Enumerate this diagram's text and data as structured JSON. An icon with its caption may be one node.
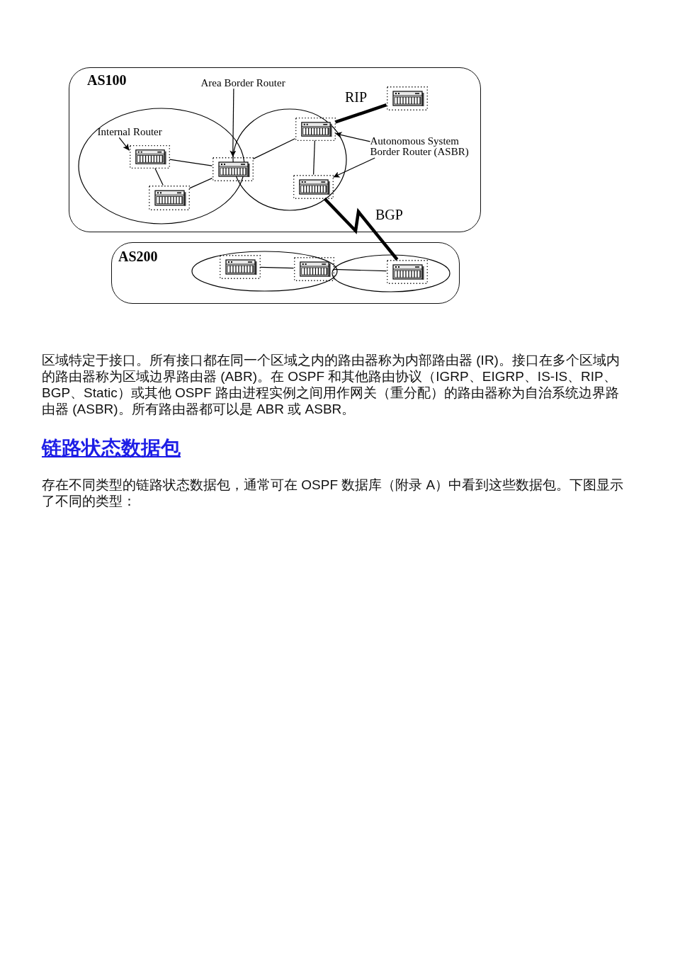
{
  "diagram": {
    "nodes": [
      {
        "text": [
          "AS100"
        ]
      },
      {
        "text": [
          "Area Border Router"
        ],
        "in": 0
      },
      {
        "text": [],
        "shape": "picture",
        "in": 0
      },
      {
        "text": [],
        "shape": "ellipse",
        "in": 0
      },
      {
        "text": [
          "Internal Router"
        ],
        "in": 3
      },
      {
        "text": [],
        "shape": "picture",
        "in": 3
      },
      {
        "text": [],
        "shape": "picture",
        "in": 3
      },
      {
        "text": [],
        "shape": "picture",
        "in": 0
      },
      {
        "text": [],
        "shape": "ellipse",
        "in": 0
      },
      {
        "text": [],
        "shape": "picture",
        "in": 8
      },
      {
        "text": [],
        "shape": "picture",
        "in": 8
      },
      {
        "text": [
          "Autonomous System Border Router (ASBR)"
        ],
        "in": 0
      },
      {
        "text": [
          "AS200"
        ]
      },
      {
        "text": [],
        "shape": "ellipse",
        "in": 12
      },
      {
        "text": [],
        "shape": "picture",
        "in": 13
      },
      {
        "text": [],
        "shape": "picture",
        "in": 13
      },
      {
        "text": [],
        "shape": "ellipse",
        "in": 12
      },
      {
        "text": [],
        "shape": "picture",
        "in": 16
      }
    ],
    "edges": [
      {
        "from": 1,
        "to": 7,
        "arrow": "to"
      },
      {
        "from": 4,
        "to": 5,
        "arrow": "to"
      },
      {
        "from": 5,
        "to": 7,
        "arrow": "none"
      },
      {
        "from": 5,
        "to": 6,
        "arrow": "none"
      },
      {
        "from": 6,
        "to": 7,
        "arrow": "none"
      },
      {
        "from": 7,
        "to": 9,
        "arrow": "none"
      },
      {
        "from": 9,
        "to": 2,
        "arrow": "none",
        "label": "RIP",
        "style": "thick"
      },
      {
        "from": 9,
        "to": 10,
        "arrow": "none"
      },
      {
        "from": 11,
        "to": 9,
        "arrow": "to"
      },
      {
        "from": 11,
        "to": 10,
        "arrow": "to"
      },
      {
        "from": 10,
        "to": 17,
        "arrow": "none",
        "label": "BGP",
        "style": "thick"
      },
      {
        "from": 14,
        "to": 15,
        "arrow": "none"
      },
      {
        "from": 15,
        "to": 17,
        "arrow": "none"
      }
    ],
    "labels": [
      "区域特定于接口。所有接口都在同一个区域之内的路由器称为内部路由器 (IR)。接口在多个区域内的路由器称为区域边界路由器 (ABR)。在 OSPF 和其他路由协议（IGRP、EIGRP、IS-IS、RIP、BGP、Static）或其他 OSPF 路由进程实例之间用作网关（重分配）的路由器称为自治系统边界路由器 (ASBR)。所有路由器都可以是 ABR 或 ASBR。",
      "链路状态数据包",
      "存在不同类型的链路状态数据包，通常可在 OSPF 数据库（附录 A）中看到这些数据包。下图显示了不同的类型："
    ]
  }
}
